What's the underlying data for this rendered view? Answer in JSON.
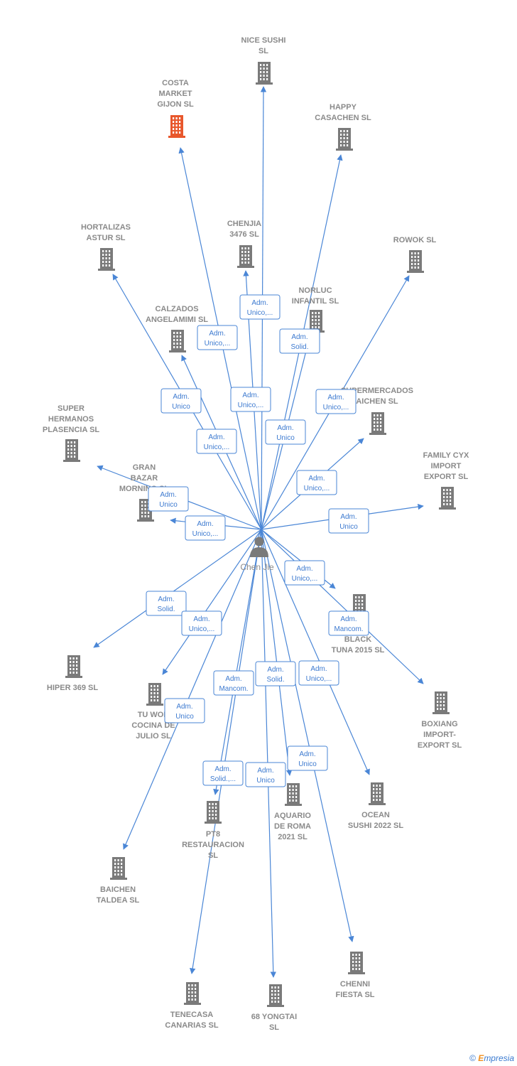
{
  "center": {
    "name": "Chen Jie"
  },
  "footer": {
    "copyright": "©",
    "brand_first": "E",
    "brand_rest": "mpresia"
  },
  "colors": {
    "edge": "#4a86d6",
    "node": "#7a7a7a",
    "highlight": "#e8572c",
    "label": "#8a8a8a"
  },
  "companies": [
    {
      "id": "nice-sushi",
      "lines": [
        "NICE SUSHI",
        "SL"
      ]
    },
    {
      "id": "costa-market",
      "lines": [
        "COSTA",
        "MARKET",
        "GIJON  SL"
      ],
      "highlight": true
    },
    {
      "id": "happy-casachen",
      "lines": [
        "HAPPY",
        "CASACHEN  SL"
      ]
    },
    {
      "id": "hortalizas-astur",
      "lines": [
        "HORTALIZAS",
        "ASTUR  SL"
      ]
    },
    {
      "id": "chenjia-3476",
      "lines": [
        "CHENJIA",
        "3476  SL"
      ]
    },
    {
      "id": "rowok",
      "lines": [
        "ROWOK  SL"
      ]
    },
    {
      "id": "norluc-infantil",
      "lines": [
        "NORLUC",
        "INFANTIL SL"
      ]
    },
    {
      "id": "calzados-angelamimi",
      "lines": [
        "CALZADOS",
        "ANGELAMIMI SL"
      ]
    },
    {
      "id": "supermercados-aichen",
      "lines": [
        "SUPERMERCADOS",
        "AICHEN  SL"
      ]
    },
    {
      "id": "super-hermanos",
      "lines": [
        "SUPER",
        "HERMANOS",
        "PLASENCIA SL"
      ]
    },
    {
      "id": "family-cyx",
      "lines": [
        "FAMILY CYX",
        "IMPORT",
        "EXPORT  SL"
      ]
    },
    {
      "id": "gran-bazar",
      "lines": [
        "GRAN",
        "BAZAR",
        "MORNING  SL"
      ]
    },
    {
      "id": "black-tuna",
      "lines": [
        "BLACK",
        "TUNA 2015  SL"
      ]
    },
    {
      "id": "hiper-369",
      "lines": [
        "HIPER 369  SL"
      ]
    },
    {
      "id": "tu-wok",
      "lines": [
        "TU WOK",
        "COCINA DE",
        "JULIO  SL"
      ]
    },
    {
      "id": "boxiang",
      "lines": [
        "BOXIANG",
        "IMPORT-",
        "EXPORT SL"
      ]
    },
    {
      "id": "aquario-roma",
      "lines": [
        "AQUARIO",
        "DE ROMA",
        "2021  SL"
      ]
    },
    {
      "id": "ocean-sushi",
      "lines": [
        "OCEAN",
        "SUSHI 2022  SL"
      ]
    },
    {
      "id": "pt8",
      "lines": [
        "PT8",
        "RESTAURACION",
        "SL"
      ]
    },
    {
      "id": "baichen-taldea",
      "lines": [
        "BAICHEN",
        "TALDEA  SL"
      ]
    },
    {
      "id": "chenni-fiesta",
      "lines": [
        "CHENNI",
        "FIESTA SL"
      ]
    },
    {
      "id": "tenecasa-canarias",
      "lines": [
        "TENECASA",
        "CANARIAS SL"
      ]
    },
    {
      "id": "68-yongtai",
      "lines": [
        "68 YONGTAI",
        "SL"
      ]
    }
  ],
  "roles": [
    {
      "target": "costa-market",
      "lines": [
        "Adm.",
        "Unico,..."
      ]
    },
    {
      "target": "nice-sushi",
      "lines": [
        "Adm.",
        "Unico,..."
      ]
    },
    {
      "target": "happy-casachen",
      "lines": [
        "Adm.",
        "Solid."
      ]
    },
    {
      "target": "hortalizas-astur",
      "lines": [
        "Adm.",
        "Unico"
      ]
    },
    {
      "target": "chenjia-3476",
      "lines": [
        "Adm.",
        "Unico,..."
      ]
    },
    {
      "target": "rowok",
      "lines": [
        "Adm.",
        "Unico,..."
      ]
    },
    {
      "target": "norluc-infantil",
      "lines": [
        "Adm.",
        "Unico"
      ]
    },
    {
      "target": "calzados-angelamimi",
      "lines": [
        "Adm.",
        "Unico,..."
      ]
    },
    {
      "target": "supermercados-aichen",
      "lines": [
        "Adm.",
        "Unico,..."
      ]
    },
    {
      "target": "super-hermanos",
      "lines": [
        "Adm.",
        "Unico"
      ]
    },
    {
      "target": "gran-bazar",
      "lines": [
        "Adm.",
        "Unico,..."
      ]
    },
    {
      "target": "family-cyx",
      "lines": [
        "Adm.",
        "Unico"
      ]
    },
    {
      "target": "black-tuna",
      "lines": [
        "Adm.",
        "Unico,..."
      ]
    },
    {
      "target": "boxiang",
      "lines": [
        "Adm.",
        "Mancom."
      ]
    },
    {
      "target": "hiper-369",
      "lines": [
        "Adm.",
        "Solid."
      ]
    },
    {
      "target": "tu-wok",
      "lines": [
        "Adm.",
        "Unico,..."
      ]
    },
    {
      "target": "tenecasa-canarias",
      "lines": [
        "Adm.",
        "Mancom."
      ]
    },
    {
      "target": "68-yongtai",
      "lines": [
        "Adm.",
        "Solid."
      ]
    },
    {
      "target": "ocean-sushi",
      "lines": [
        "Adm.",
        "Unico,..."
      ]
    },
    {
      "target": "baichen-taldea",
      "lines": [
        "Adm.",
        "Unico"
      ]
    },
    {
      "target": "chenni-fiesta",
      "lines": [
        "Adm.",
        "Unico"
      ]
    },
    {
      "target": "pt8",
      "lines": [
        "Adm.",
        "Solid.,..."
      ]
    },
    {
      "target": "aquario-roma",
      "lines": [
        "Adm.",
        "Unico"
      ]
    }
  ]
}
